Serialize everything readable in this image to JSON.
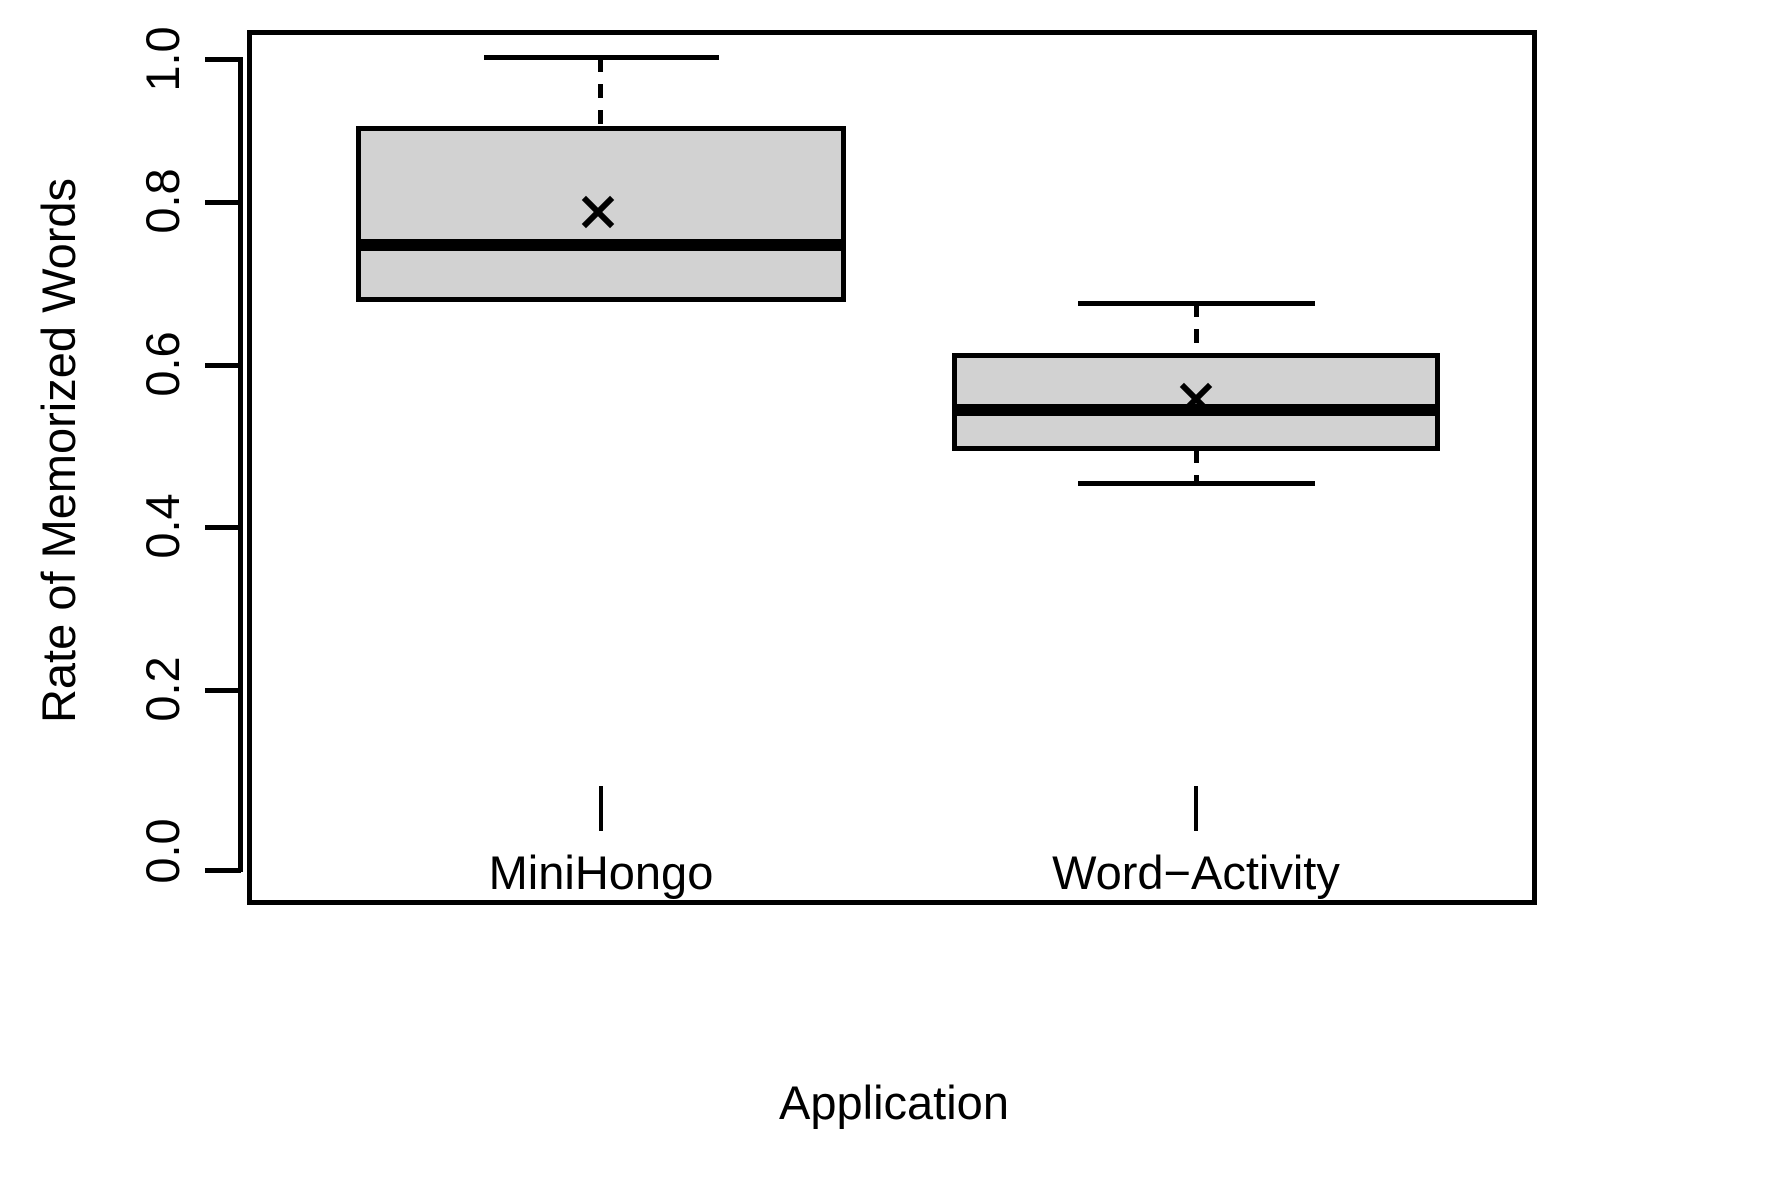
{
  "chart_data": {
    "type": "box",
    "title": "",
    "xlabel": "Application",
    "ylabel": "Rate of Memorized Words",
    "categories": [
      "MiniHongo",
      "Word−Activity"
    ],
    "ylim": [
      0.0,
      1.0
    ],
    "yticks": [
      "0.0",
      "0.2",
      "0.4",
      "0.6",
      "0.8",
      "1.0"
    ],
    "ytick_values": [
      0.0,
      0.2,
      0.4,
      0.6,
      0.8,
      1.0
    ],
    "grid": false,
    "legend": null,
    "box_fill_color": "#d2d2d2",
    "line_color": "#000000",
    "mean_marker": "x",
    "boxes": [
      {
        "name": "MiniHongo",
        "whisker_low": 0.66,
        "q1": 0.66,
        "median": 0.74,
        "q3": 0.9,
        "whisker_high": 1.0,
        "mean": 0.785
      },
      {
        "name": "Word−Activity",
        "whisker_low": 0.4,
        "q1": 0.45,
        "median": 0.5,
        "q3": 0.575,
        "whisker_high": 0.65,
        "mean": 0.52
      }
    ]
  },
  "axis": {
    "y_title": "Rate of Memorized Words",
    "x_title": "Application",
    "tick_0": "0.0",
    "tick_1": "0.2",
    "tick_2": "0.4",
    "tick_3": "0.6",
    "tick_4": "0.8",
    "tick_5": "1.0"
  },
  "xcats": {
    "cat_0": "MiniHongo",
    "cat_1": "Word−Activity"
  }
}
